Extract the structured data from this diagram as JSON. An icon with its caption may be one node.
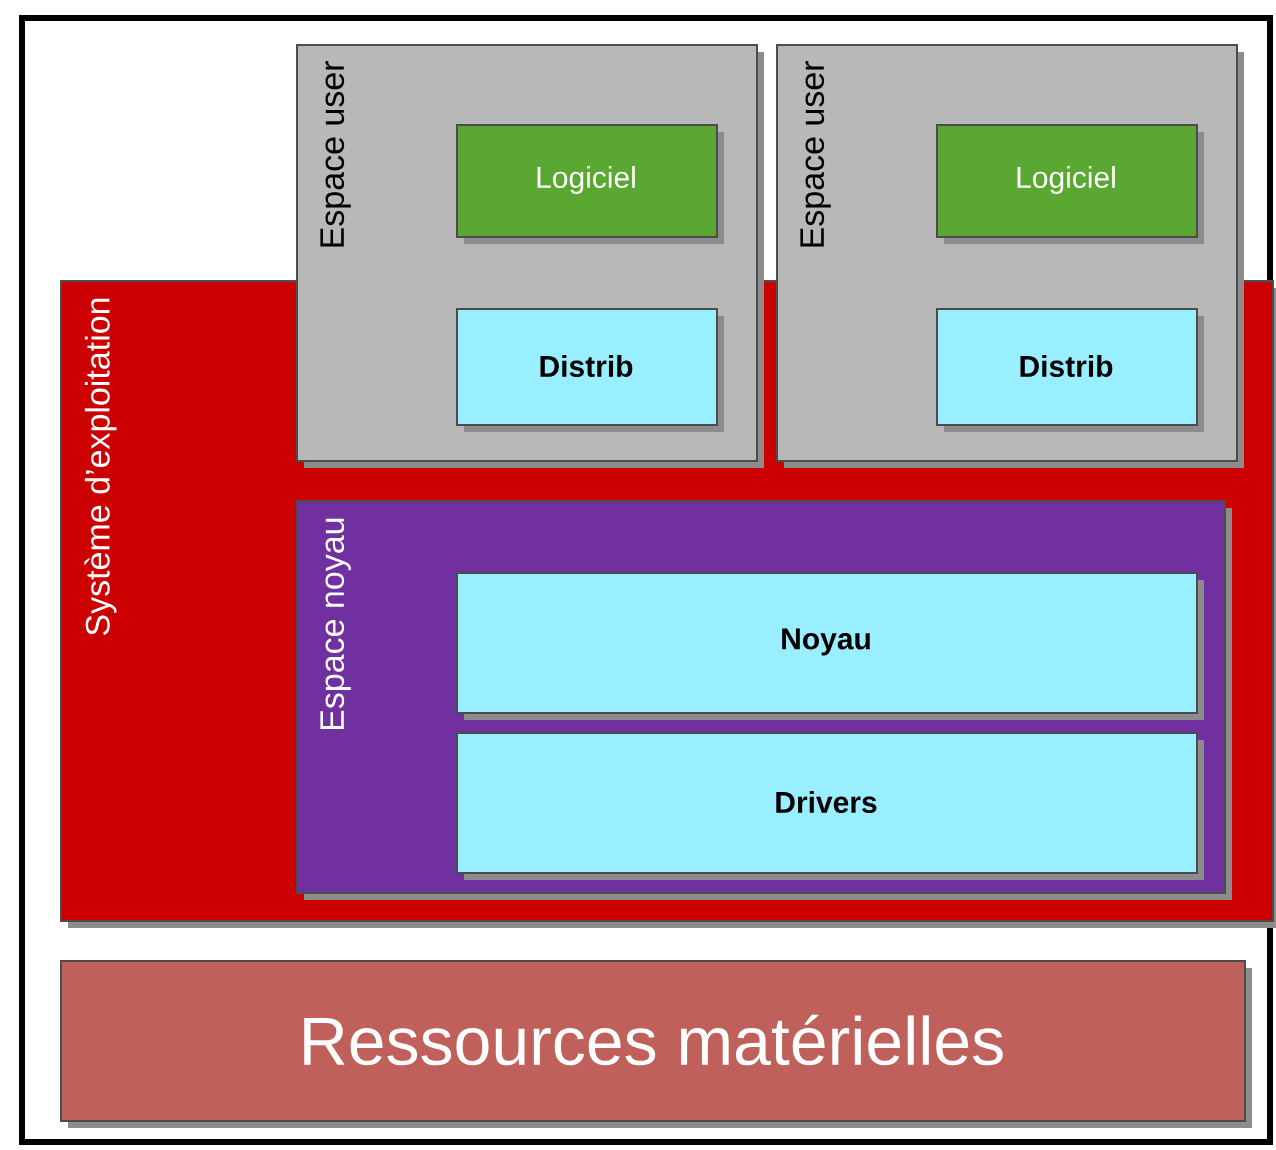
{
  "diagram": {
    "nodes": [
      {
        "text": [
          "Système d’exploitation"
        ]
      },
      {
        "text": [
          "Espace user"
        ]
      },
      {
        "text": [
          "Logiciel"
        ],
        "in": 1
      },
      {
        "text": [
          "Distrib"
        ]
      },
      {
        "text": [
          "Espace user"
        ]
      },
      {
        "text": [
          "Logiciel"
        ],
        "in": 4
      },
      {
        "text": [
          "Distrib"
        ]
      },
      {
        "text": [
          "Espace noyau"
        ],
        "in": 0
      },
      {
        "text": [
          "Noyau"
        ],
        "in": 7
      },
      {
        "text": [
          "Drivers"
        ],
        "in": 7
      },
      {
        "text": [
          "Ressources matérielles"
        ]
      }
    ]
  }
}
